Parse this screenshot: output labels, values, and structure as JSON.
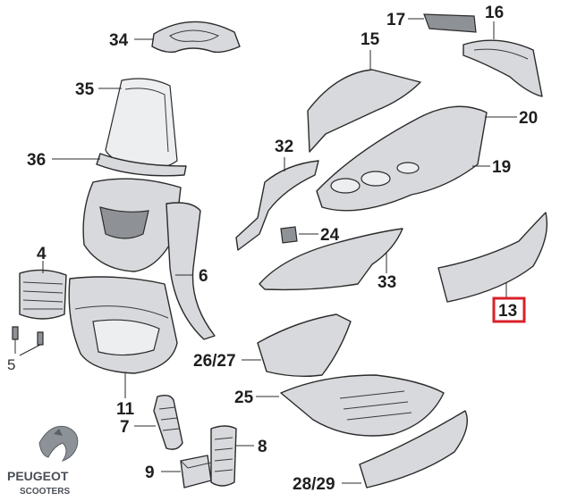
{
  "labels": {
    "p34": "34",
    "p35": "35",
    "p36": "36",
    "p4": "4",
    "p5": "5",
    "p6": "6",
    "p11": "11",
    "p7": "7",
    "p8": "8",
    "p9": "9",
    "p15": "15",
    "p16": "16",
    "p17": "17",
    "p20": "20",
    "p19": "19",
    "p32": "32",
    "p24": "24",
    "p33": "33",
    "p13": "13",
    "p26_27": "26/27",
    "p25": "25",
    "p28_29": "28/29"
  },
  "highlighted_part": "13",
  "highlight_color": "#d9202a",
  "brand": {
    "name": "PEUGEOT",
    "sub": "SCOOTERS",
    "logo_icon": "lion-icon"
  }
}
